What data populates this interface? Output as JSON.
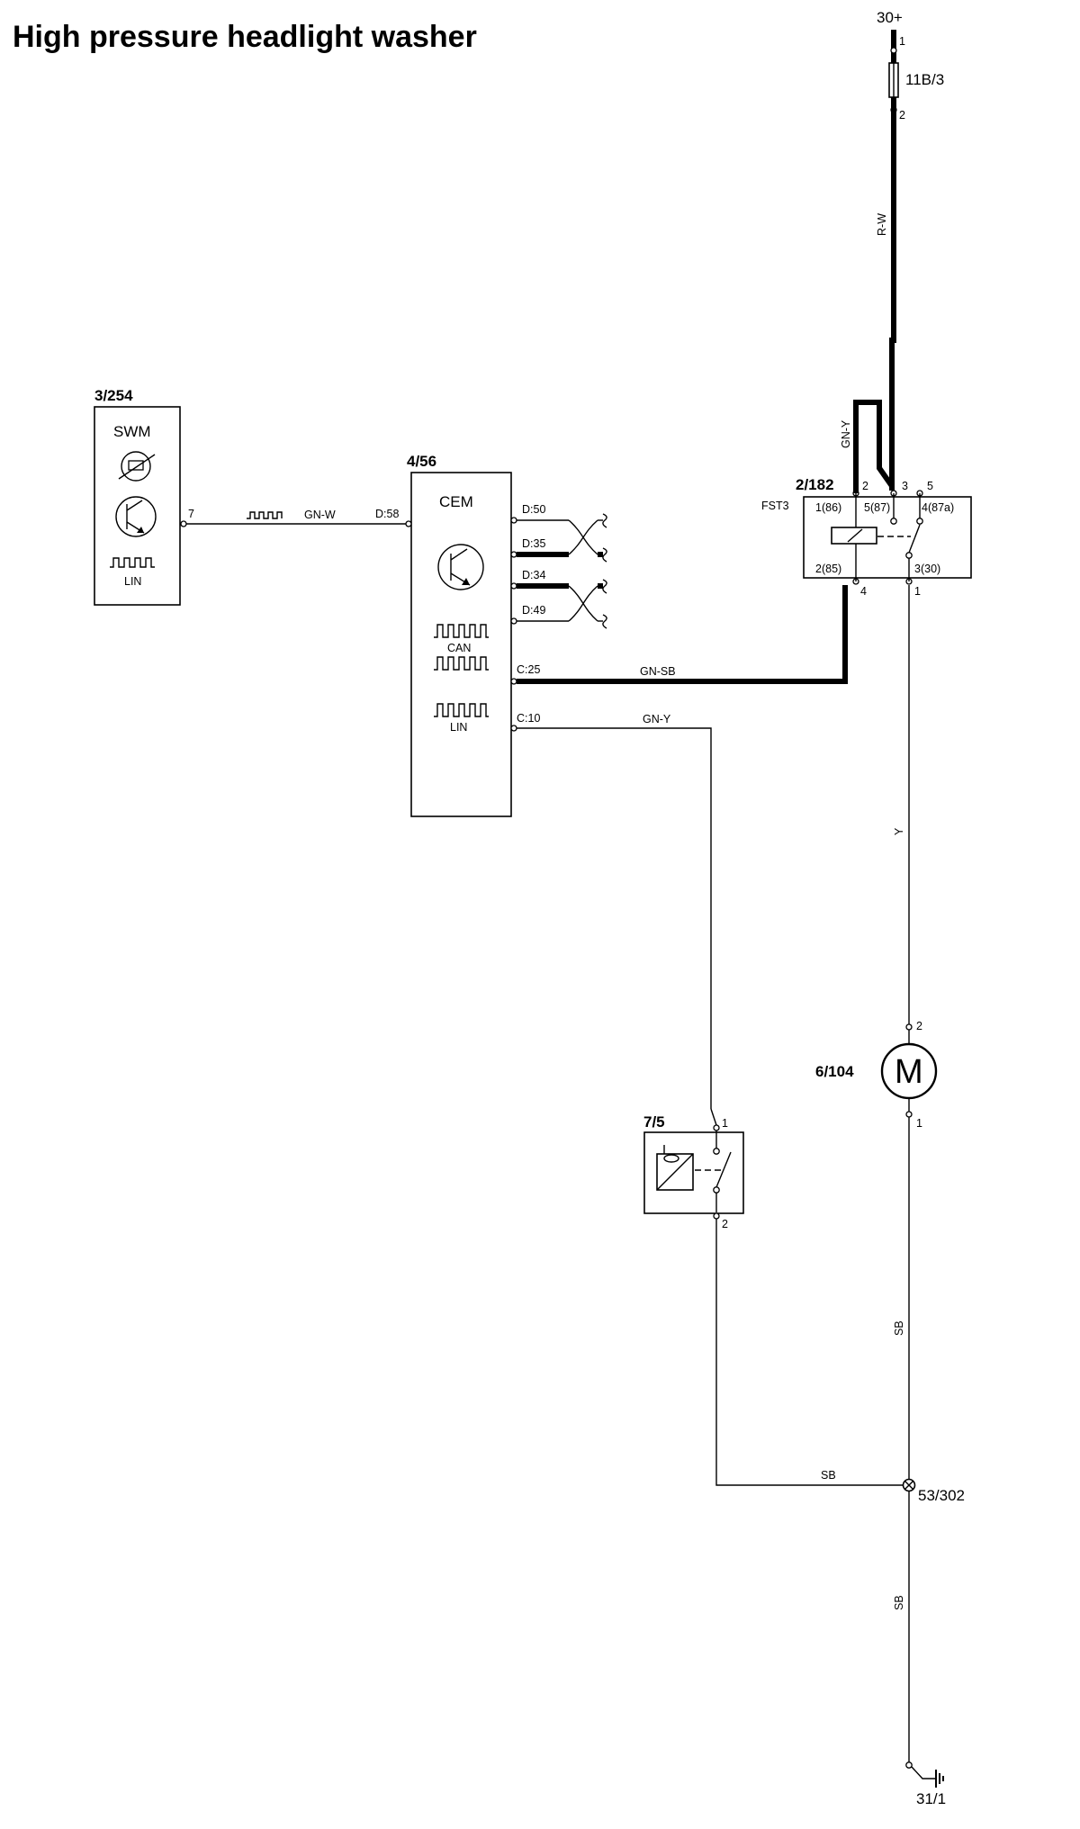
{
  "title": "High pressure headlight washer",
  "supply": "30+",
  "fuse": {
    "id": "11B/3",
    "pin_top": "1",
    "pin_bottom": "2"
  },
  "swm": {
    "id": "3/254",
    "name": "SWM",
    "bus_label": "LIN",
    "pin": "7"
  },
  "cem": {
    "id": "4/56",
    "name": "CEM",
    "can_label": "CAN",
    "lin_label": "LIN",
    "pins": {
      "d58": "D:58",
      "d50": "D:50",
      "d35": "D:35",
      "d34": "D:34",
      "d49": "D:49",
      "c25": "C:25",
      "c10": "C:10"
    }
  },
  "relay": {
    "id": "2/182",
    "name": "FST3",
    "ext_pins": {
      "p2": "2",
      "p3": "3",
      "p5": "5",
      "p4": "4",
      "p1": "1"
    },
    "int_pins": {
      "p86": "1(86)",
      "p87": "5(87)",
      "p87a": "4(87a)",
      "p85": "2(85)",
      "p30": "3(30)"
    }
  },
  "motor": {
    "id": "6/104",
    "symbol": "M",
    "pin_top": "2",
    "pin_bottom": "1"
  },
  "switch": {
    "id": "7/5",
    "pin_top": "1",
    "pin_bottom": "2"
  },
  "splice": {
    "id": "53/302"
  },
  "ground": {
    "id": "31/1"
  },
  "wires": {
    "rw": "R-W",
    "gnw": "GN-W",
    "gny_relay": "GN-Y",
    "gnsb": "GN-SB",
    "gny_switch": "GN-Y",
    "y": "Y",
    "sb_motor": "SB",
    "sb_switch": "SB",
    "sb_ground": "SB"
  }
}
